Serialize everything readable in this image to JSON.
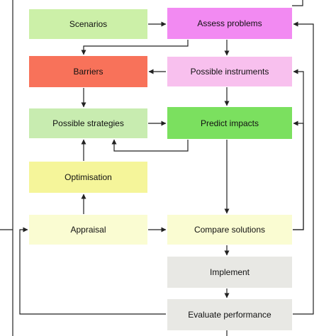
{
  "nodes": {
    "scenarios": {
      "label": "Scenarios",
      "color": "#ccf0a8"
    },
    "assess": {
      "label": "Assess problems",
      "color": "#f28af2"
    },
    "barriers": {
      "label": "Barriers",
      "color": "#f8725a"
    },
    "instruments": {
      "label": "Possible instruments",
      "color": "#f8c0ee"
    },
    "strategies": {
      "label": "Possible strategies",
      "color": "#c8ecb0"
    },
    "predict": {
      "label": "Predict impacts",
      "color": "#7be05f"
    },
    "optim": {
      "label": "Optimisation",
      "color": "#f5f59a"
    },
    "appraisal": {
      "label": "Appraisal",
      "color": "#fafcd2"
    },
    "compare": {
      "label": "Compare solutions",
      "color": "#fafcd2"
    },
    "implement": {
      "label": "Implement",
      "color": "#e8e8e4"
    },
    "evaluate": {
      "label": "Evaluate performance",
      "color": "#e8e8e4"
    }
  },
  "edges": [
    [
      "scenarios",
      "assess"
    ],
    [
      "assess",
      "barriers"
    ],
    [
      "assess",
      "instruments"
    ],
    [
      "instruments",
      "barriers"
    ],
    [
      "barriers",
      "strategies"
    ],
    [
      "instruments",
      "predict"
    ],
    [
      "strategies",
      "predict"
    ],
    [
      "predict",
      "strategies"
    ],
    [
      "optim",
      "strategies"
    ],
    [
      "appraisal",
      "optim"
    ],
    [
      "appraisal",
      "compare"
    ],
    [
      "predict",
      "compare"
    ],
    [
      "compare",
      "instruments"
    ],
    [
      "compare",
      "predict"
    ],
    [
      "compare",
      "implement"
    ],
    [
      "implement",
      "evaluate"
    ],
    [
      "evaluate",
      "assess"
    ],
    [
      "evaluate",
      "appraisal"
    ]
  ],
  "style": {
    "line_color": "#222222"
  }
}
